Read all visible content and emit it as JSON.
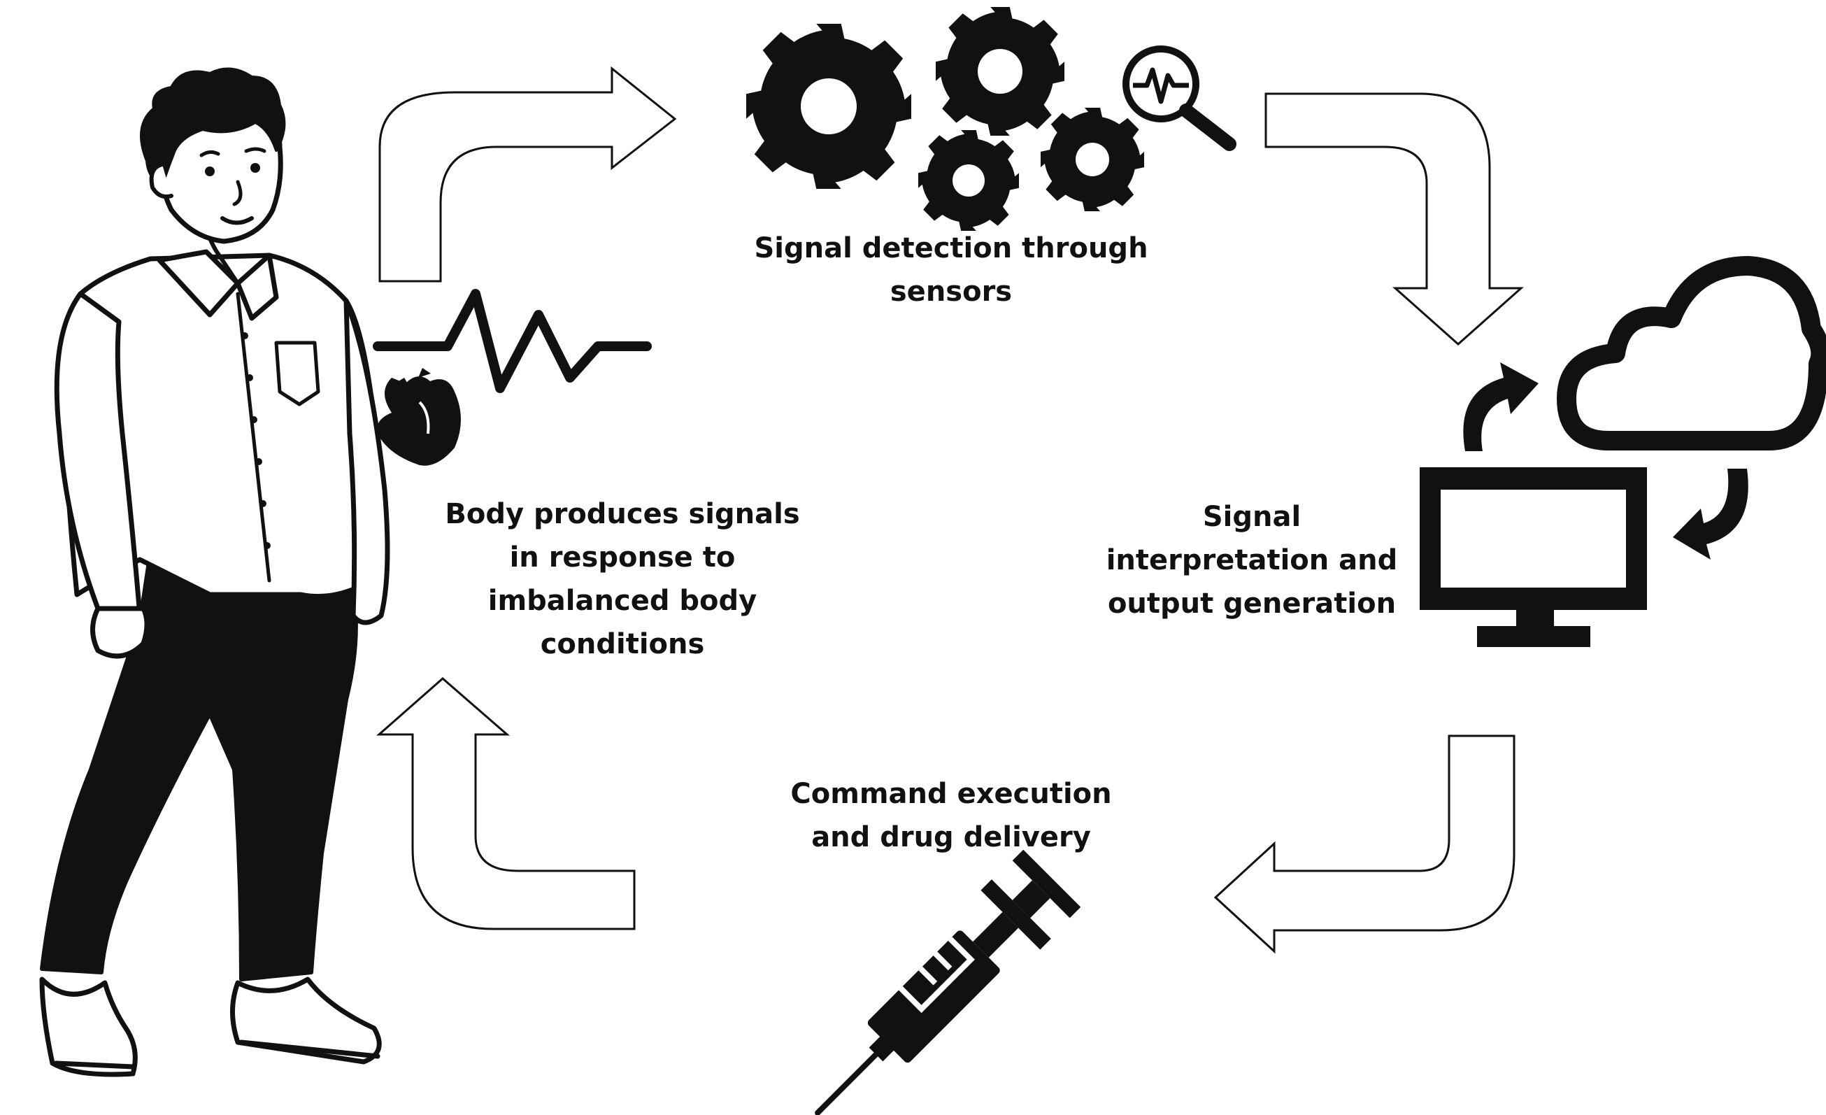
{
  "colors": {
    "ink": "#111111",
    "background": "#ffffff"
  },
  "steps": {
    "detection": {
      "line1": "Signal detection  through",
      "line2": "sensors"
    },
    "body": {
      "line1": "Body produces signals",
      "line2": "in response to",
      "line3": "imbalanced body",
      "line4": "conditions"
    },
    "interpretation": {
      "line1": "Signal",
      "line2": "interpretation and",
      "line3": "output generation"
    },
    "command": {
      "line1": "Command execution",
      "line2": "and drug  delivery"
    }
  },
  "icons": [
    "person-illustration",
    "heart-icon",
    "pulse-wave-icon",
    "gears-icon",
    "magnifier-signal-icon",
    "cloud-icon",
    "monitor-icon",
    "sync-arrows-icon",
    "syringe-icon",
    "cycle-arrow-icon"
  ]
}
